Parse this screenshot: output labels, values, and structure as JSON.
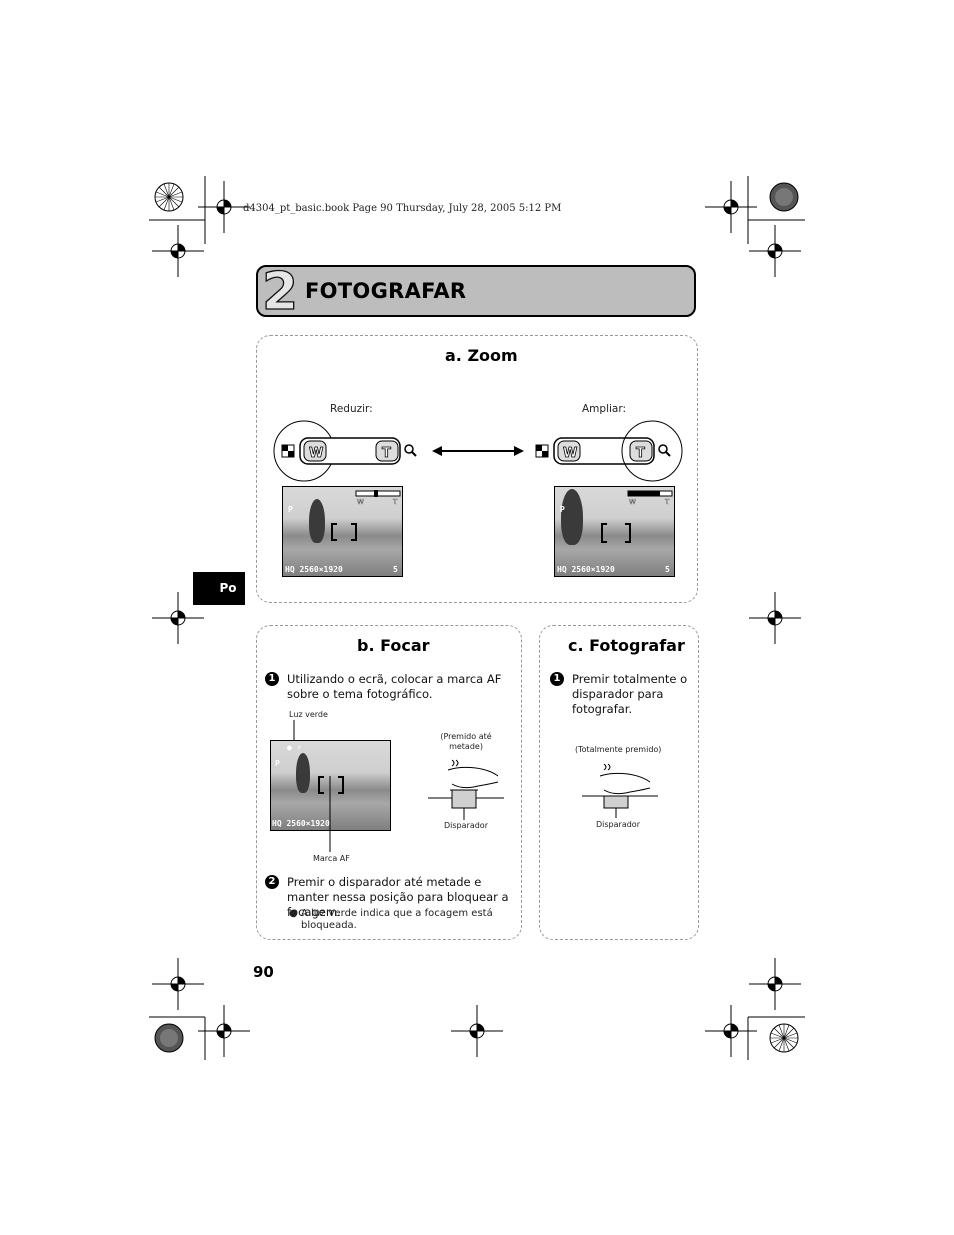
{
  "header_line": "d4304_pt_basic.book  Page 90  Thursday, July 28, 2005  5:12 PM",
  "chapter": {
    "number": "2",
    "title": "FOTOGRAFAR"
  },
  "side_tab": "Po",
  "page_number": "90",
  "zoom": {
    "title": "a. Zoom",
    "reduce_label": "Reduzir:",
    "enlarge_label": "Ampliar:",
    "screen_info": "HQ 2560×1920",
    "screen_count_left": "5",
    "screen_count_right": "5"
  },
  "focus": {
    "title": "b. Focar",
    "step1_num": "1",
    "step1_text": "Utilizando o ecrã, colocar a marca AF sobre o tema fotográfico.",
    "green_light_label": "Luz verde",
    "half_pressed_label": "(Premido até metade)",
    "shutter_label": "Disparador",
    "af_mark_label": "Marca AF",
    "step2_num": "2",
    "step2_text": "Premir o disparador até metade e manter nessa posição para bloquear a focagem.",
    "step2_bullet": "A luz verde indica que a focagem está bloqueada."
  },
  "shoot": {
    "title": "c. Fotografar",
    "step1_num": "1",
    "step1_text": "Premir totalmente o disparador para fotografar.",
    "fully_pressed_label": "(Totalmente premido)",
    "shutter_label": "Disparador"
  }
}
